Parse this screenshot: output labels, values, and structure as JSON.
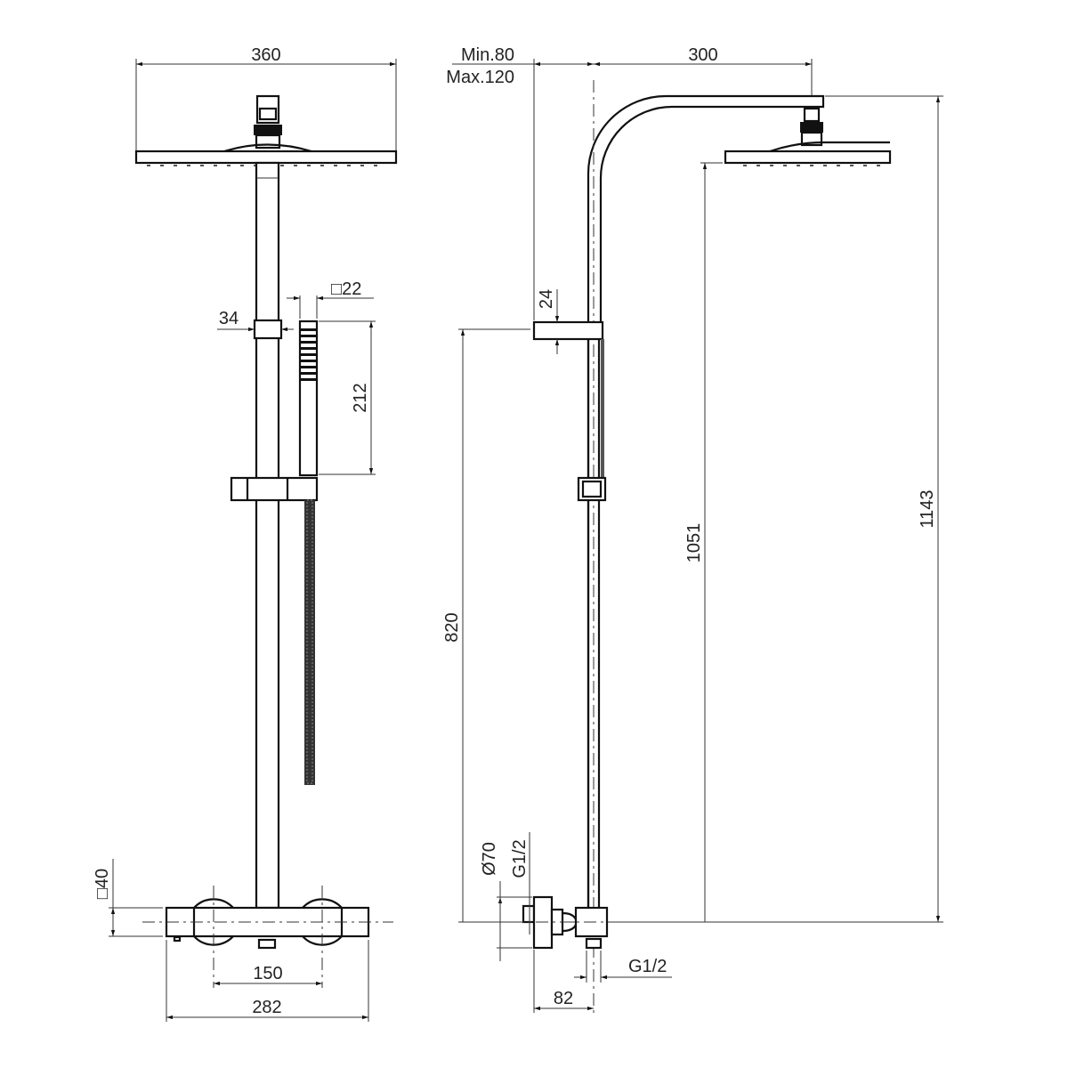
{
  "title": "Thermostatic shower column dimension drawing",
  "front_view": {
    "head_width": "360",
    "slider_width": "34",
    "hand_shower_section": "□22",
    "hand_shower_length": "212",
    "mixer_section": "□40",
    "inlet_spacing": "150",
    "mixer_length": "282"
  },
  "side_view": {
    "wall_offset_min": "Min.80",
    "wall_offset_max": "Max.120",
    "arm_projection": "300",
    "bracket_height": "24",
    "bracket_elevation": "820",
    "head_clearance": "1051",
    "total_height": "1143",
    "flange_diameter": "Ø70",
    "inlet_thread": "G1/2",
    "outlet_thread": "G1/2",
    "mixer_projection": "82"
  }
}
